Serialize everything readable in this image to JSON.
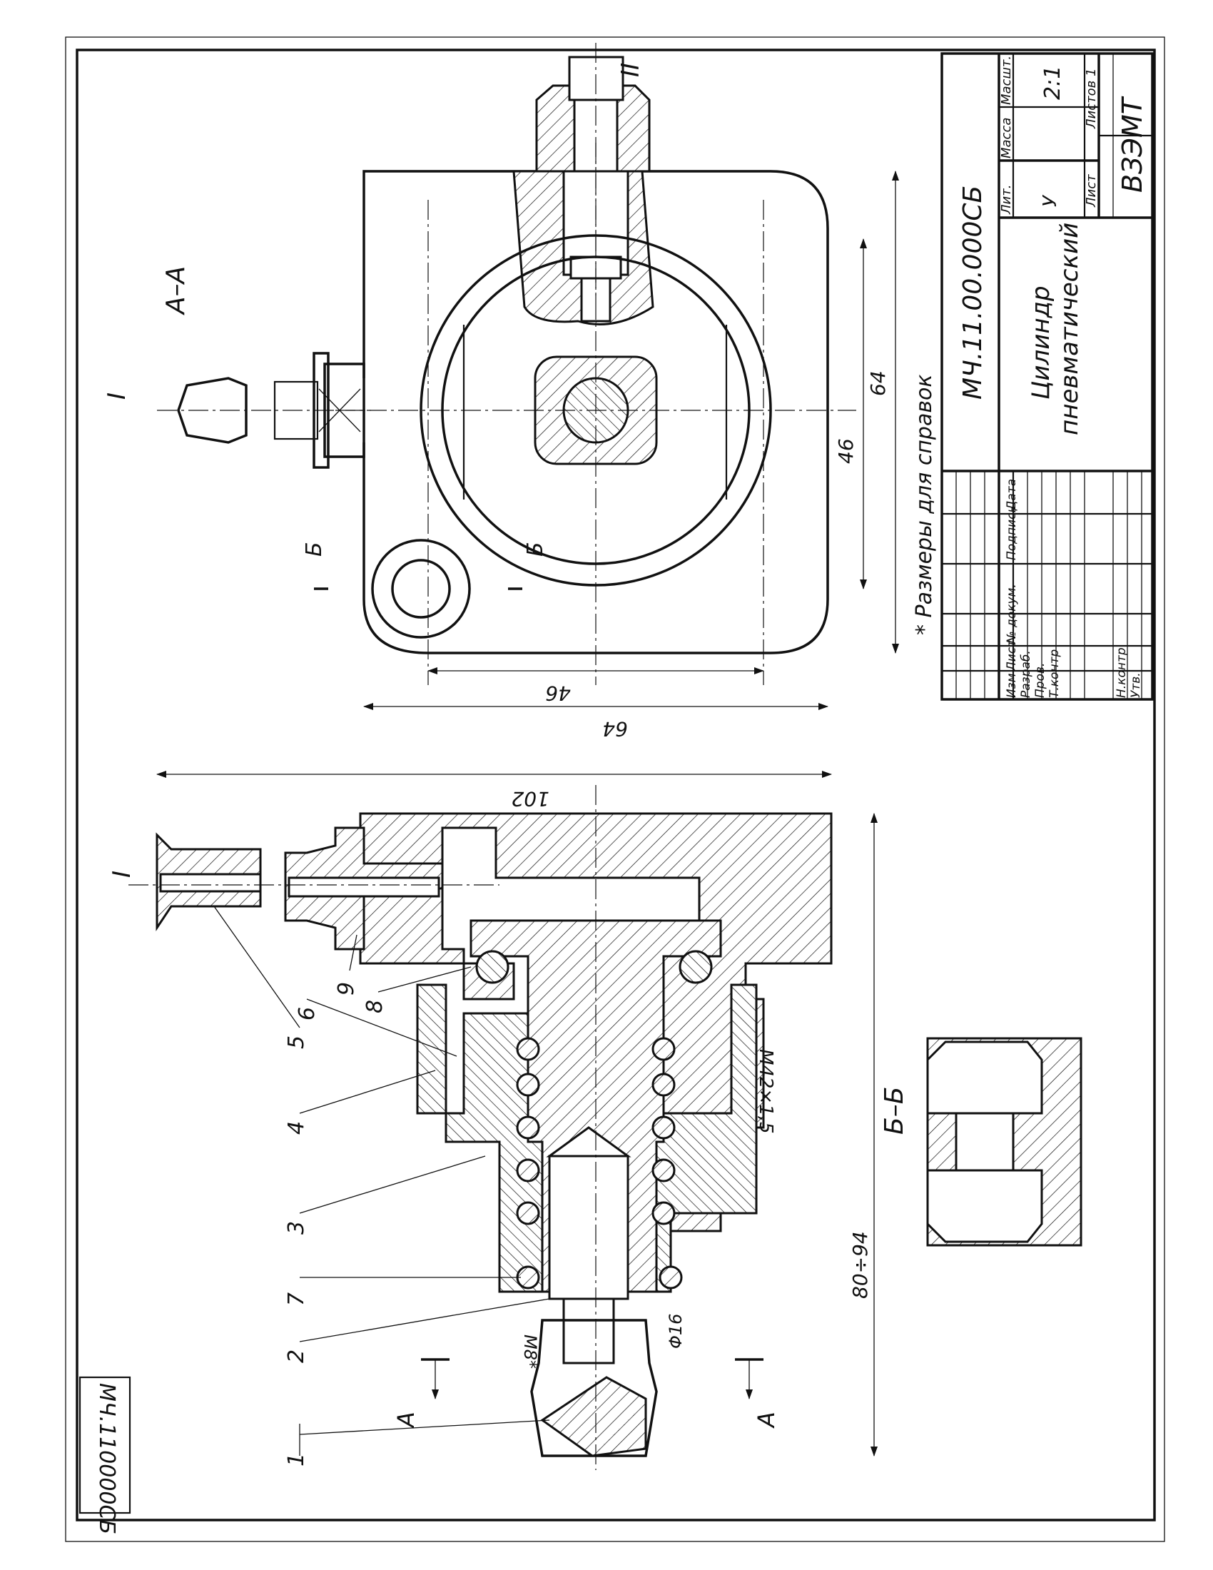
{
  "drawing": {
    "designation": "МЧ.11.00.000СБ",
    "designation_rotated": "МЧ.110000СБ",
    "name_line1": "Цилиндр",
    "name_line2": "пневматический",
    "note": "* Размеры для справок",
    "organization": "ВЗЭМТ",
    "scale": "2:1",
    "litera": "У",
    "sheets": "Листов 1",
    "sheet_label": "Лист"
  },
  "title_block": {
    "col_lit": "Лит.",
    "col_mass": "Масса",
    "col_scale": "Масшт.",
    "header_row": [
      "Изм",
      "Лист",
      "№ докум.",
      "Подпись",
      "Дата"
    ],
    "roles": [
      "Разраб.",
      "Пров.",
      "Т.контр",
      "",
      "Н.контр",
      "Утв."
    ]
  },
  "views": {
    "section_aa": "А–А",
    "section_bb": "Б–Б",
    "cut_a": "А",
    "cut_b": "Б",
    "detail_1": "I",
    "detail_2": "II"
  },
  "dimensions": {
    "d102": "102",
    "d64_top": "64",
    "d64_side": "64",
    "d46_top": "46",
    "d46_side": "46",
    "d80_94": "80÷94",
    "thread_m42": "M42×1,5",
    "thread_m8": "M8*",
    "dia16": "Φ16"
  },
  "parts": [
    "1",
    "2",
    "7",
    "3",
    "4",
    "5",
    "6",
    "8",
    "9"
  ]
}
